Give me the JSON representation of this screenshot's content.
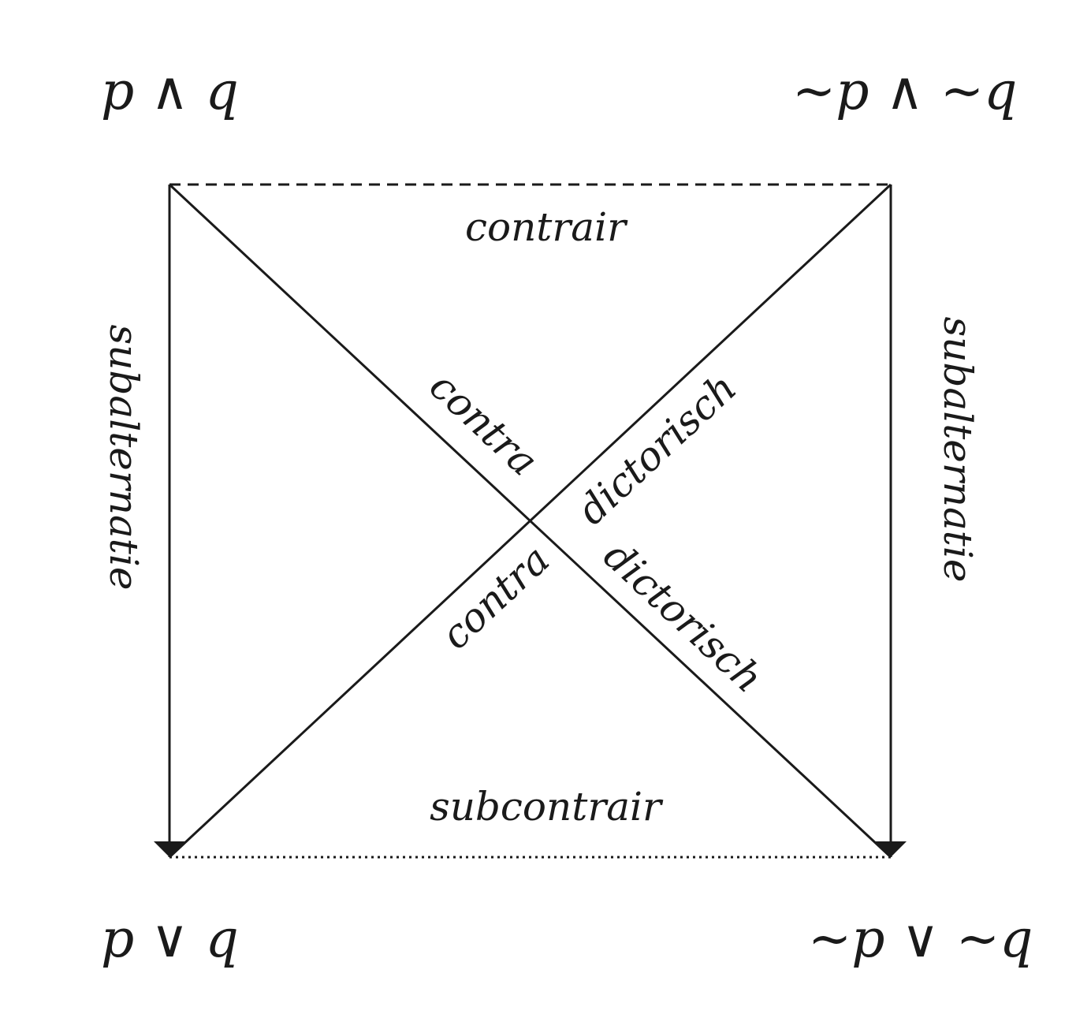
{
  "corners": {
    "top_left": "p ∧ q",
    "top_right": "~p ∧ ~q",
    "bottom_left": "p ∨ q",
    "bottom_right": "~p ∨ ~q"
  },
  "relations": {
    "top": "contrair",
    "bottom": "subcontrair",
    "left": "subalternatie",
    "right": "subalternatie",
    "diagonal_upper_left": "contra",
    "diagonal_upper_right": "dictorisch",
    "diagonal_lower_left": "contra",
    "diagonal_lower_right": "dictorisch"
  },
  "colors": {
    "ink": "#1a1a1a",
    "background": "#ffffff"
  }
}
